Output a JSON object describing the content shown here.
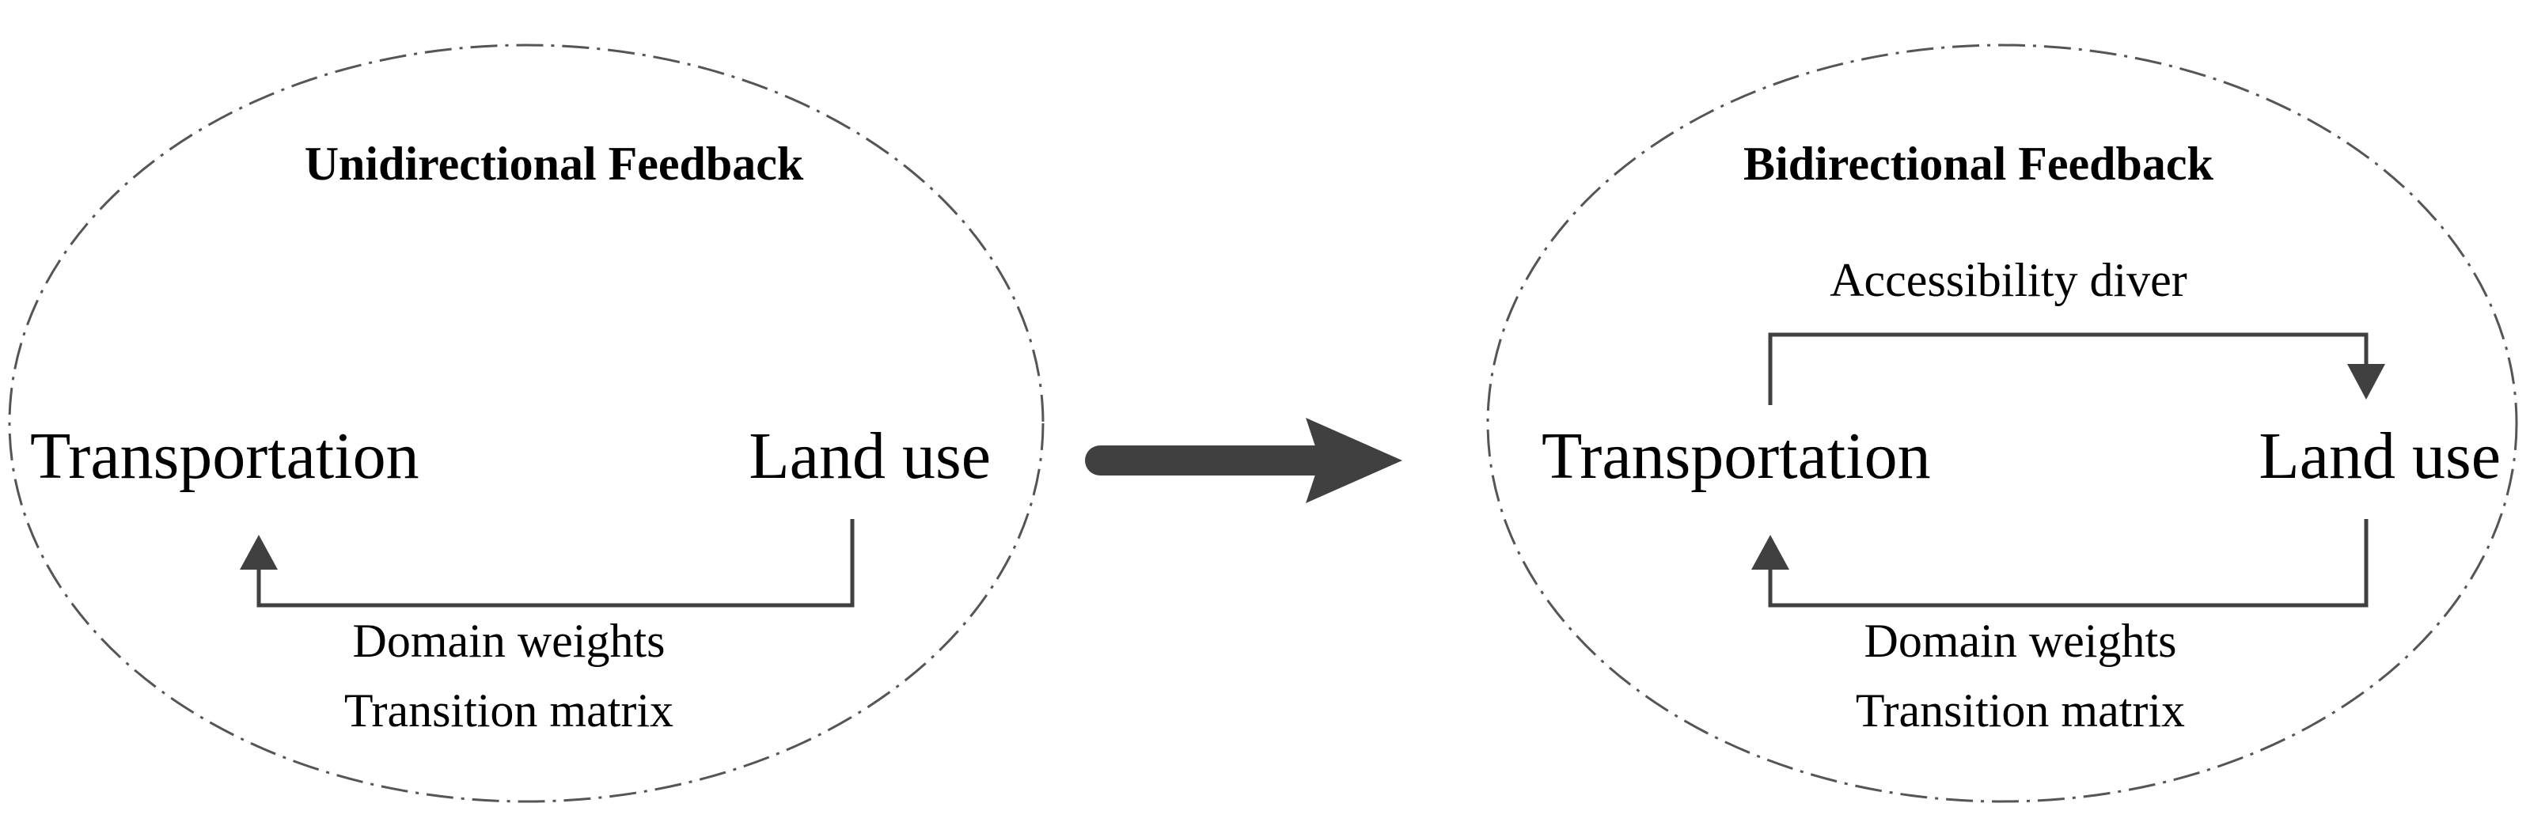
{
  "left_panel": {
    "title": "Unidirectional Feedback",
    "node_left": "Transportation",
    "node_right": "Land use",
    "bottom_label_line1": "Domain weights",
    "bottom_label_line2": "Transition matrix"
  },
  "right_panel": {
    "title": "Bidirectional Feedback",
    "top_label": "Accessibility diver",
    "node_left": "Transportation",
    "node_right": "Land use",
    "bottom_label_line1": "Domain weights",
    "bottom_label_line2": "Transition matrix"
  },
  "colors": {
    "arrow": "#404040",
    "ellipse_border": "#555555",
    "text": "#000000"
  },
  "icons": {
    "transition_arrow": "big-right-arrow-icon"
  }
}
